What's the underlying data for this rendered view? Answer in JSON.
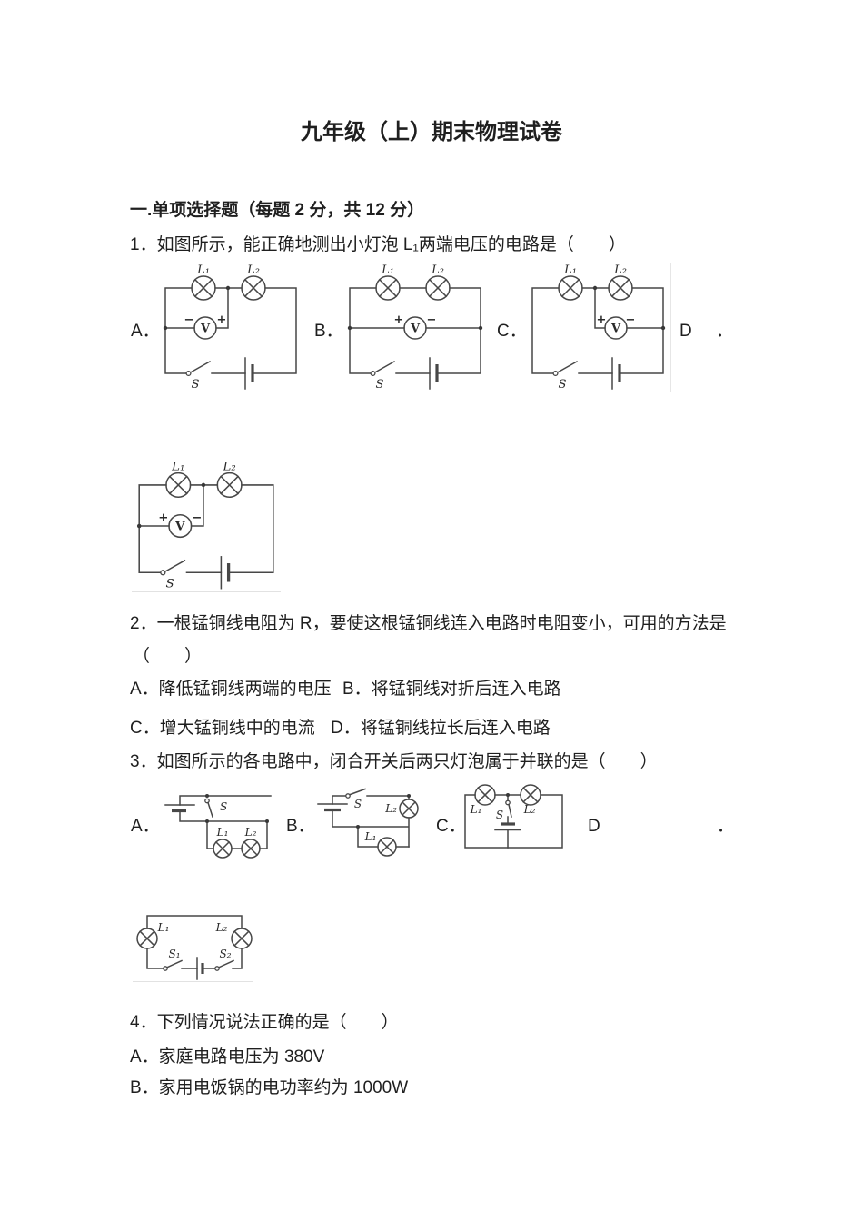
{
  "title": "九年级（上）期末物理试卷",
  "section1": {
    "heading": "一.单项选择题（每题 2 分，共 12 分）"
  },
  "q1": {
    "text": "1．如图所示，能正确地测出小灯泡 L₁两端电压的电路是（　　）",
    "labelA": "A．",
    "labelB": "B．",
    "labelC": "C．",
    "labelD": "D",
    "labelD_dot": "．"
  },
  "q2": {
    "line1": "2．一根锰铜线电阻为 R，要使这根锰铜线连入电路时电阻变小，可用的方法是",
    "line2": "（　　）",
    "optionA": "A．降低锰铜线两端的电压",
    "optionB": "B．将锰铜线对折后连入电路",
    "optionC": "C．增大锰铜线中的电流",
    "optionD": "D．将锰铜线拉长后连入电路"
  },
  "q3": {
    "text": "3．如图所示的各电路中，闭合开关后两只灯泡属于并联的是（　　）",
    "labelA": "A．",
    "labelB": "B．",
    "labelC": "C．",
    "labelD": "D",
    "labelD_dot": "．"
  },
  "q4": {
    "text": "4．下列情况说法正确的是（　　）",
    "optionA": "A．家庭电路电压为 380V",
    "optionB": "B．家用电饭锅的电功率约为 1000W"
  },
  "circuit": {
    "lamp1": "L₁",
    "lamp2": "L₂",
    "switch": "S",
    "switch1": "S₁",
    "switch2": "S₂",
    "voltmeter": "V",
    "plus": "+",
    "minus": "−"
  }
}
